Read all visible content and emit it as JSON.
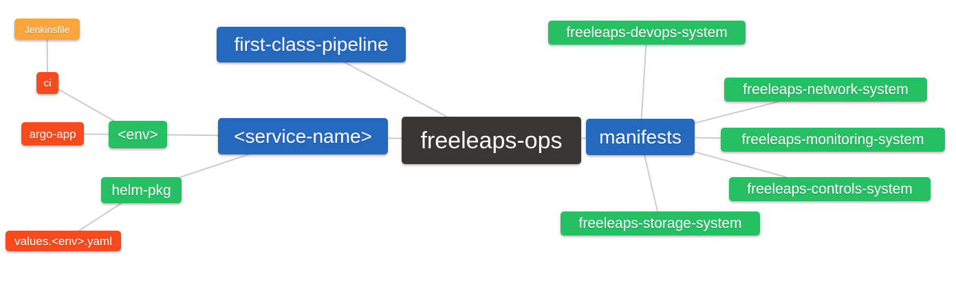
{
  "diagram": {
    "type": "mindmap",
    "background": "#ffffff",
    "edge_color": "#cccccc",
    "colors": {
      "root": "#3a3633",
      "branch": "#2569bf",
      "topic-green": "#26bf64",
      "topic-red": "#f84b1d",
      "topic-orange": "#f9a43c"
    },
    "nodes": [
      {
        "id": "freeleaps-ops",
        "label": "freeleaps-ops",
        "role": "root"
      },
      {
        "id": "first-class-pipeline",
        "label": "first-class-pipeline",
        "role": "branch"
      },
      {
        "id": "service-name",
        "label": "<service-name>",
        "role": "branch"
      },
      {
        "id": "manifests",
        "label": "manifests",
        "role": "branch"
      },
      {
        "id": "env",
        "label": "<env>",
        "role": "topic-green"
      },
      {
        "id": "helm-pkg",
        "label": "helm-pkg",
        "role": "topic-green"
      },
      {
        "id": "ci",
        "label": "ci",
        "role": "topic-red"
      },
      {
        "id": "argo-app",
        "label": "argo-app",
        "role": "topic-red"
      },
      {
        "id": "values-env-yaml",
        "label": "values.<env>.yaml",
        "role": "topic-red"
      },
      {
        "id": "jenkinsfile",
        "label": "Jenkinsfile",
        "role": "topic-orange"
      },
      {
        "id": "freeleaps-devops-system",
        "label": "freeleaps-devops-system",
        "role": "topic-green"
      },
      {
        "id": "freeleaps-network-system",
        "label": "freeleaps-network-system",
        "role": "topic-green"
      },
      {
        "id": "freeleaps-monitoring-system",
        "label": "freeleaps-monitoring-system",
        "role": "topic-green"
      },
      {
        "id": "freeleaps-controls-system",
        "label": "freeleaps-controls-system",
        "role": "topic-green"
      },
      {
        "id": "freeleaps-storage-system",
        "label": "freeleaps-storage-system",
        "role": "topic-green"
      }
    ],
    "edges": [
      {
        "from": "jenkinsfile",
        "to": "ci"
      },
      {
        "from": "ci",
        "to": "env"
      },
      {
        "from": "argo-app",
        "to": "env"
      },
      {
        "from": "env",
        "to": "service-name"
      },
      {
        "from": "helm-pkg",
        "to": "service-name"
      },
      {
        "from": "values-env-yaml",
        "to": "helm-pkg"
      },
      {
        "from": "first-class-pipeline",
        "to": "freeleaps-ops"
      },
      {
        "from": "service-name",
        "to": "freeleaps-ops"
      },
      {
        "from": "freeleaps-ops",
        "to": "manifests"
      },
      {
        "from": "manifests",
        "to": "freeleaps-devops-system"
      },
      {
        "from": "manifests",
        "to": "freeleaps-network-system"
      },
      {
        "from": "manifests",
        "to": "freeleaps-monitoring-system"
      },
      {
        "from": "manifests",
        "to": "freeleaps-controls-system"
      },
      {
        "from": "manifests",
        "to": "freeleaps-storage-system"
      }
    ]
  }
}
